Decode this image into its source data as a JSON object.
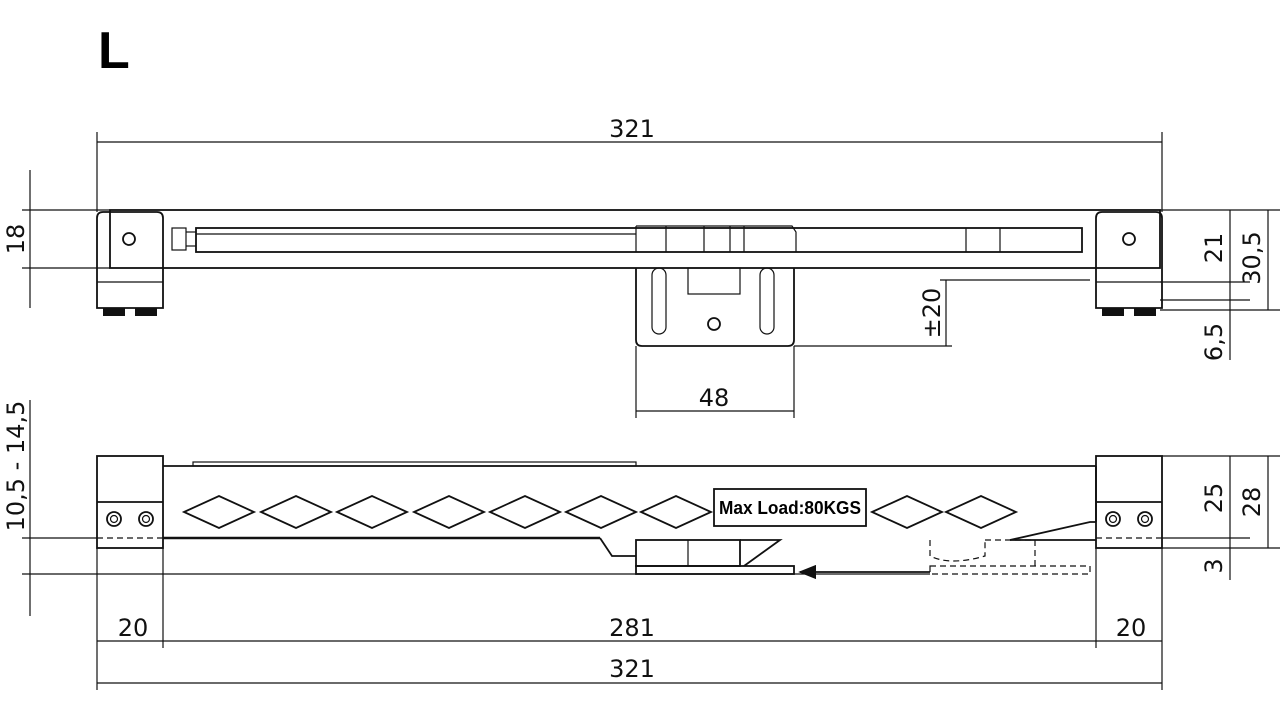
{
  "title": "L",
  "top_view": {
    "overall_length": "321",
    "height_left": "18",
    "height_right_inner": "21",
    "height_right_outer": "30,5",
    "adjust_range": "±20",
    "gap": "6,5",
    "bracket_width": "48"
  },
  "side_view": {
    "height_range": "10,5 - 14,5",
    "height_25": "25",
    "height_28": "28",
    "height_3": "3",
    "end_left": "20",
    "middle": "281",
    "end_right": "20",
    "overall_length": "321",
    "max_load_label": "Max Load:80KGS"
  }
}
